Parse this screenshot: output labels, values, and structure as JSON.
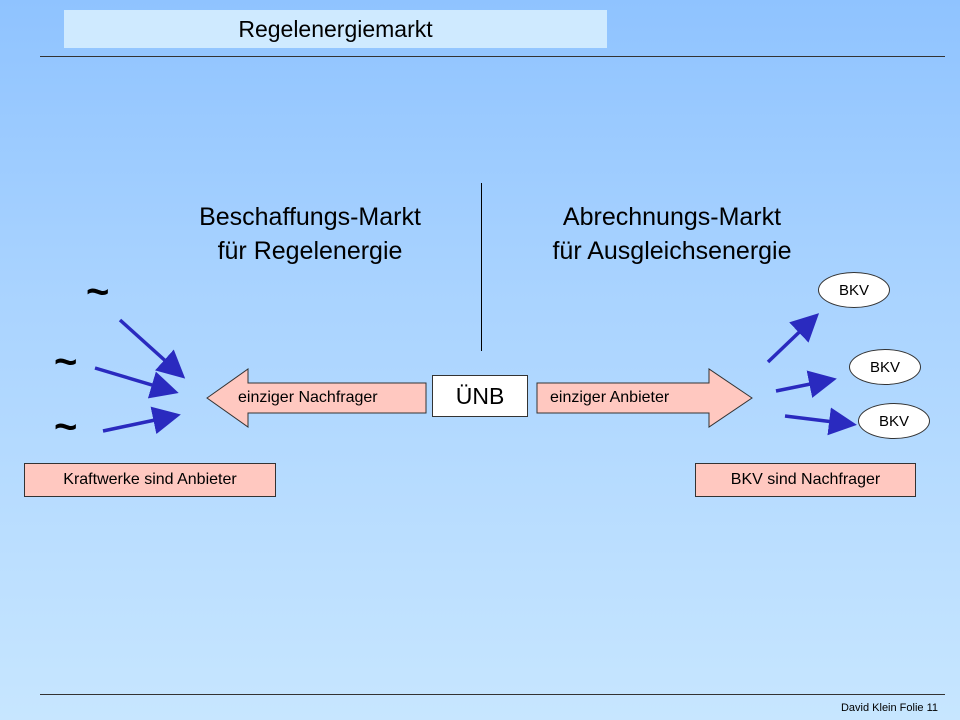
{
  "title": "Regelenergiemarkt",
  "left_heading": [
    "Beschaffungs-Markt",
    "für Regelenergie"
  ],
  "right_heading": [
    "Abrechnungs-Markt",
    "für Ausgleichsenergie"
  ],
  "left_arrow_label": "einziger Nachfrager",
  "right_arrow_label": "einziger Anbieter",
  "center_box": "ÜNB",
  "generator_symbol": "~",
  "bkv_nodes": [
    "BKV",
    "BKV",
    "BKV"
  ],
  "left_label": "Kraftwerke sind Anbieter",
  "right_label": "BKV sind Nachfrager",
  "footer": "David Klein Folie 11",
  "colors": {
    "arrow_blue": "#2a2abf",
    "label_fill": "#ffc8c0",
    "title_fill": "#cfeaff"
  }
}
